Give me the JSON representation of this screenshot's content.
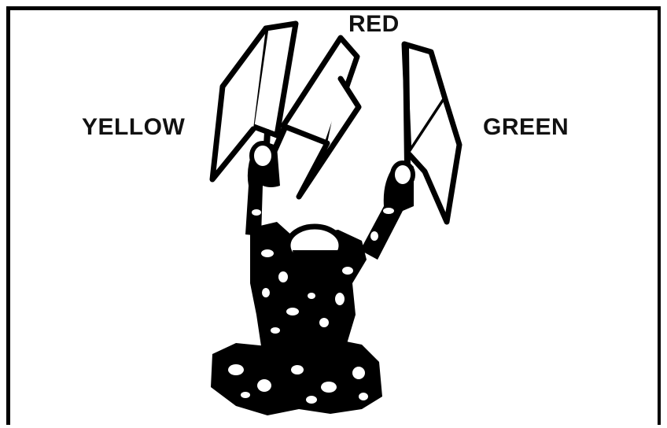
{
  "labels": {
    "top": "RED",
    "left": "YELLOW",
    "right": "GREEN"
  },
  "flag_colors": {
    "red": "#cc0000",
    "yellow": "#e6c200",
    "green": "#1e8c2e"
  },
  "illustration": {
    "subject": "signal-person-holding-three-flags",
    "line_color": "#000000",
    "fill_color": "#ffffff"
  }
}
